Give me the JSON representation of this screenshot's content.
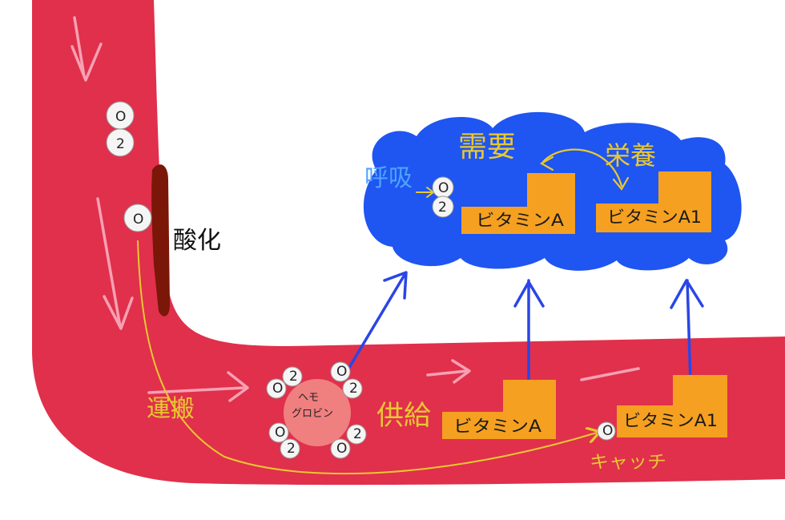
{
  "labels": {
    "oxidation": "酸化",
    "respiration": "呼吸",
    "demand": "需要",
    "nutrition": "栄養",
    "transport": "運搬",
    "supply": "供給",
    "catch": "キャッチ",
    "hemoglobin_line1": "ヘモ",
    "hemoglobin_line2": "グロビン"
  },
  "molecules": {
    "oxygen_atom": "O",
    "oxygen_digit": "2"
  },
  "blocks": {
    "vitamin_a": "ビタミンA",
    "vitamin_a1": "ビタミンA1"
  },
  "colors": {
    "vessel": "#e0304b",
    "clot": "#7a1708",
    "cloud": "#1f55f0",
    "block": "#f5a020",
    "hemoglobin": "#f07f7f",
    "yellow_text": "#e8c832",
    "arrow_pink": "#f7a0b4",
    "arrow_blue": "#2a46e6"
  }
}
